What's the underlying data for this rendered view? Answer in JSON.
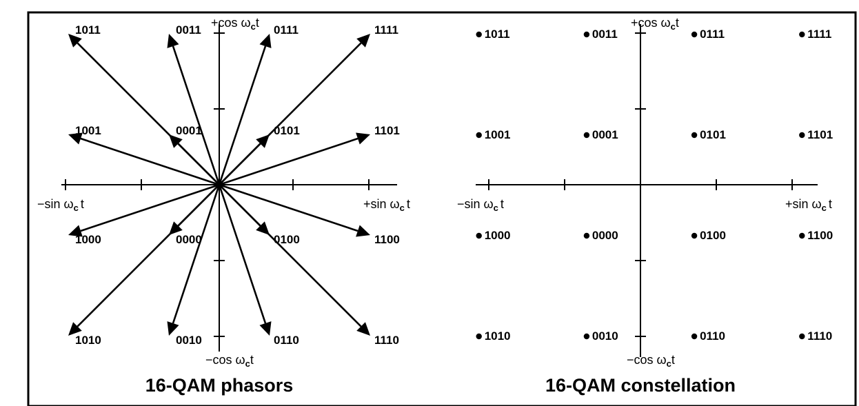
{
  "panels": [
    {
      "id": "phasors",
      "title": "16-QAM phasors",
      "axes": {
        "pos_y": "+cos ω",
        "neg_y": "−cos ω",
        "pos_x": "+sin ω",
        "neg_x": "−sin ω",
        "sub": "c",
        "t": "t"
      },
      "points": [
        {
          "label": "1011",
          "i": -3,
          "q": 3
        },
        {
          "label": "0011",
          "i": -1,
          "q": 3
        },
        {
          "label": "0111",
          "i": 1,
          "q": 3
        },
        {
          "label": "1111",
          "i": 3,
          "q": 3
        },
        {
          "label": "1001",
          "i": -3,
          "q": 1
        },
        {
          "label": "0001",
          "i": -1,
          "q": 1
        },
        {
          "label": "0101",
          "i": 1,
          "q": 1
        },
        {
          "label": "1101",
          "i": 3,
          "q": 1
        },
        {
          "label": "1000",
          "i": -3,
          "q": -1
        },
        {
          "label": "0000",
          "i": -1,
          "q": -1
        },
        {
          "label": "0100",
          "i": 1,
          "q": -1
        },
        {
          "label": "1100",
          "i": 3,
          "q": -1
        },
        {
          "label": "1010",
          "i": -3,
          "q": -3
        },
        {
          "label": "0010",
          "i": -1,
          "q": -3
        },
        {
          "label": "0110",
          "i": 1,
          "q": -3
        },
        {
          "label": "1110",
          "i": 3,
          "q": -3
        }
      ]
    },
    {
      "id": "constellation",
      "title": "16-QAM constellation",
      "axes": {
        "pos_y": "+cos ω",
        "neg_y": "−cos ω",
        "pos_x": "+sin ω",
        "neg_x": "−sin ω",
        "sub": "c",
        "t": "t"
      },
      "points": [
        {
          "label": "1011",
          "i": -3,
          "q": 3
        },
        {
          "label": "0011",
          "i": -1,
          "q": 3
        },
        {
          "label": "0111",
          "i": 1,
          "q": 3
        },
        {
          "label": "1111",
          "i": 3,
          "q": 3
        },
        {
          "label": "1001",
          "i": -3,
          "q": 1
        },
        {
          "label": "0001",
          "i": -1,
          "q": 1
        },
        {
          "label": "0101",
          "i": 1,
          "q": 1
        },
        {
          "label": "1101",
          "i": 3,
          "q": 1
        },
        {
          "label": "1000",
          "i": -3,
          "q": -1
        },
        {
          "label": "0000",
          "i": -1,
          "q": -1
        },
        {
          "label": "0100",
          "i": 1,
          "q": -1
        },
        {
          "label": "1100",
          "i": 3,
          "q": -1
        },
        {
          "label": "1010",
          "i": -3,
          "q": -3
        },
        {
          "label": "0010",
          "i": -1,
          "q": -3
        },
        {
          "label": "0110",
          "i": 1,
          "q": -3
        },
        {
          "label": "1110",
          "i": 3,
          "q": -3
        }
      ]
    }
  ],
  "colors": {
    "ink": "#000000",
    "background": "#ffffff"
  }
}
